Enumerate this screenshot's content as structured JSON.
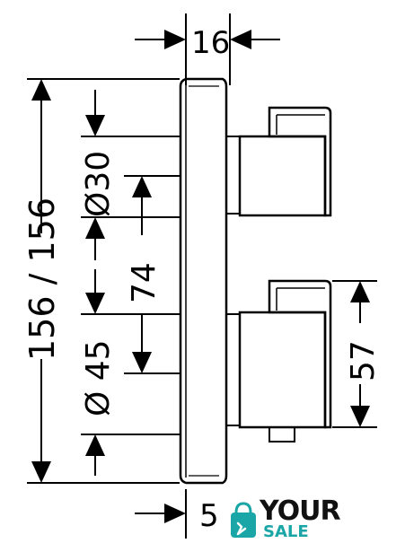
{
  "drawing": {
    "dimensions": {
      "thickness": "16",
      "total_height": "156 / 156",
      "diameter_top": "Ø30",
      "center_distance": "74",
      "diameter_bottom": "Ø 45",
      "lower_height": "57",
      "bottom_partial": "5"
    }
  },
  "logo": {
    "word": "YOUR",
    "sub": "SALE"
  },
  "colors": {
    "line": "#000000",
    "logo_accent": "#1aa6a6",
    "logo_dark": "#111111"
  }
}
